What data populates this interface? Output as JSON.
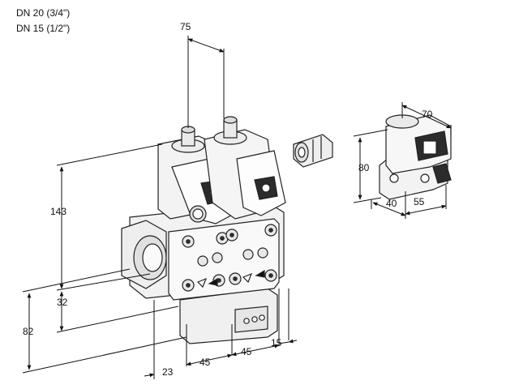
{
  "title_lines": [
    "DN 20 (3/4\")",
    "DN 15 (1/2\")"
  ],
  "dimensions": {
    "top_width": "75",
    "height_main": "143",
    "height_inlet": "32",
    "height_base": "82",
    "offset_left": "23",
    "pitch_a": "45",
    "pitch_b": "45",
    "offset_right": "15",
    "small_width": "70",
    "small_height": "80",
    "small_base_a": "40",
    "small_base_b": "55"
  }
}
